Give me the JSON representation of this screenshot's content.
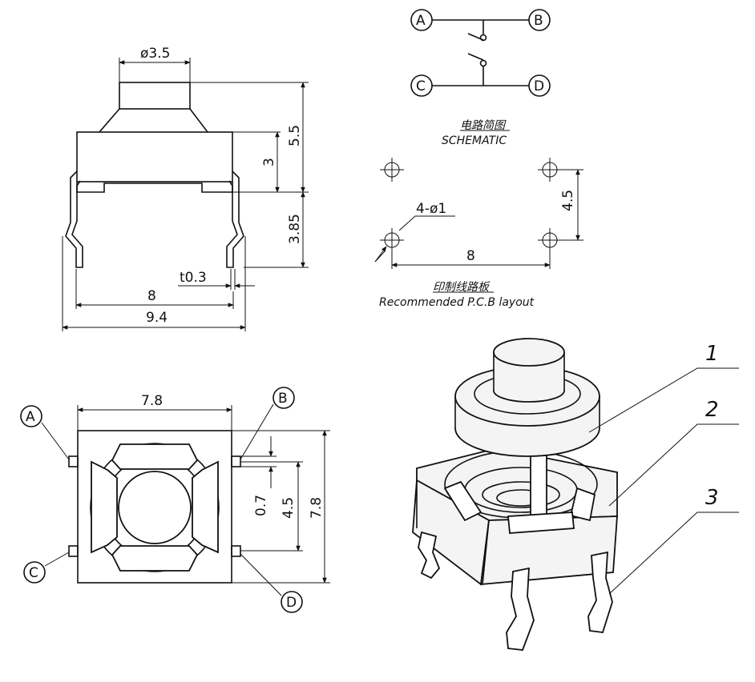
{
  "side_view": {
    "dim_diameter": "ø3.5",
    "dim_total_height": "5.5",
    "dim_body_height": "3",
    "dim_pin_length": "3.85",
    "dim_pin_thickness": "t0.3",
    "dim_pin_pitch": "8",
    "dim_overall_width": "9.4"
  },
  "schematic": {
    "terminals": [
      "A",
      "B",
      "C",
      "D"
    ],
    "title_cn": "电路简图",
    "title_en": "SCHEMATIC"
  },
  "pcb_layout": {
    "dim_holes": "4-ø1",
    "dim_pitch_x": "8",
    "dim_pitch_y": "4.5",
    "title_cn": "印制线路板",
    "title_en": "Recommended P.C.B layout"
  },
  "top_view": {
    "dim_width": "7.8",
    "dim_height": "7.8",
    "dim_pin_width": "0.7",
    "dim_pin_pitch": "4.5",
    "terminals": [
      "A",
      "B",
      "C",
      "D"
    ]
  },
  "exploded_view": {
    "part_numbers": [
      "1",
      "2",
      "3"
    ]
  }
}
